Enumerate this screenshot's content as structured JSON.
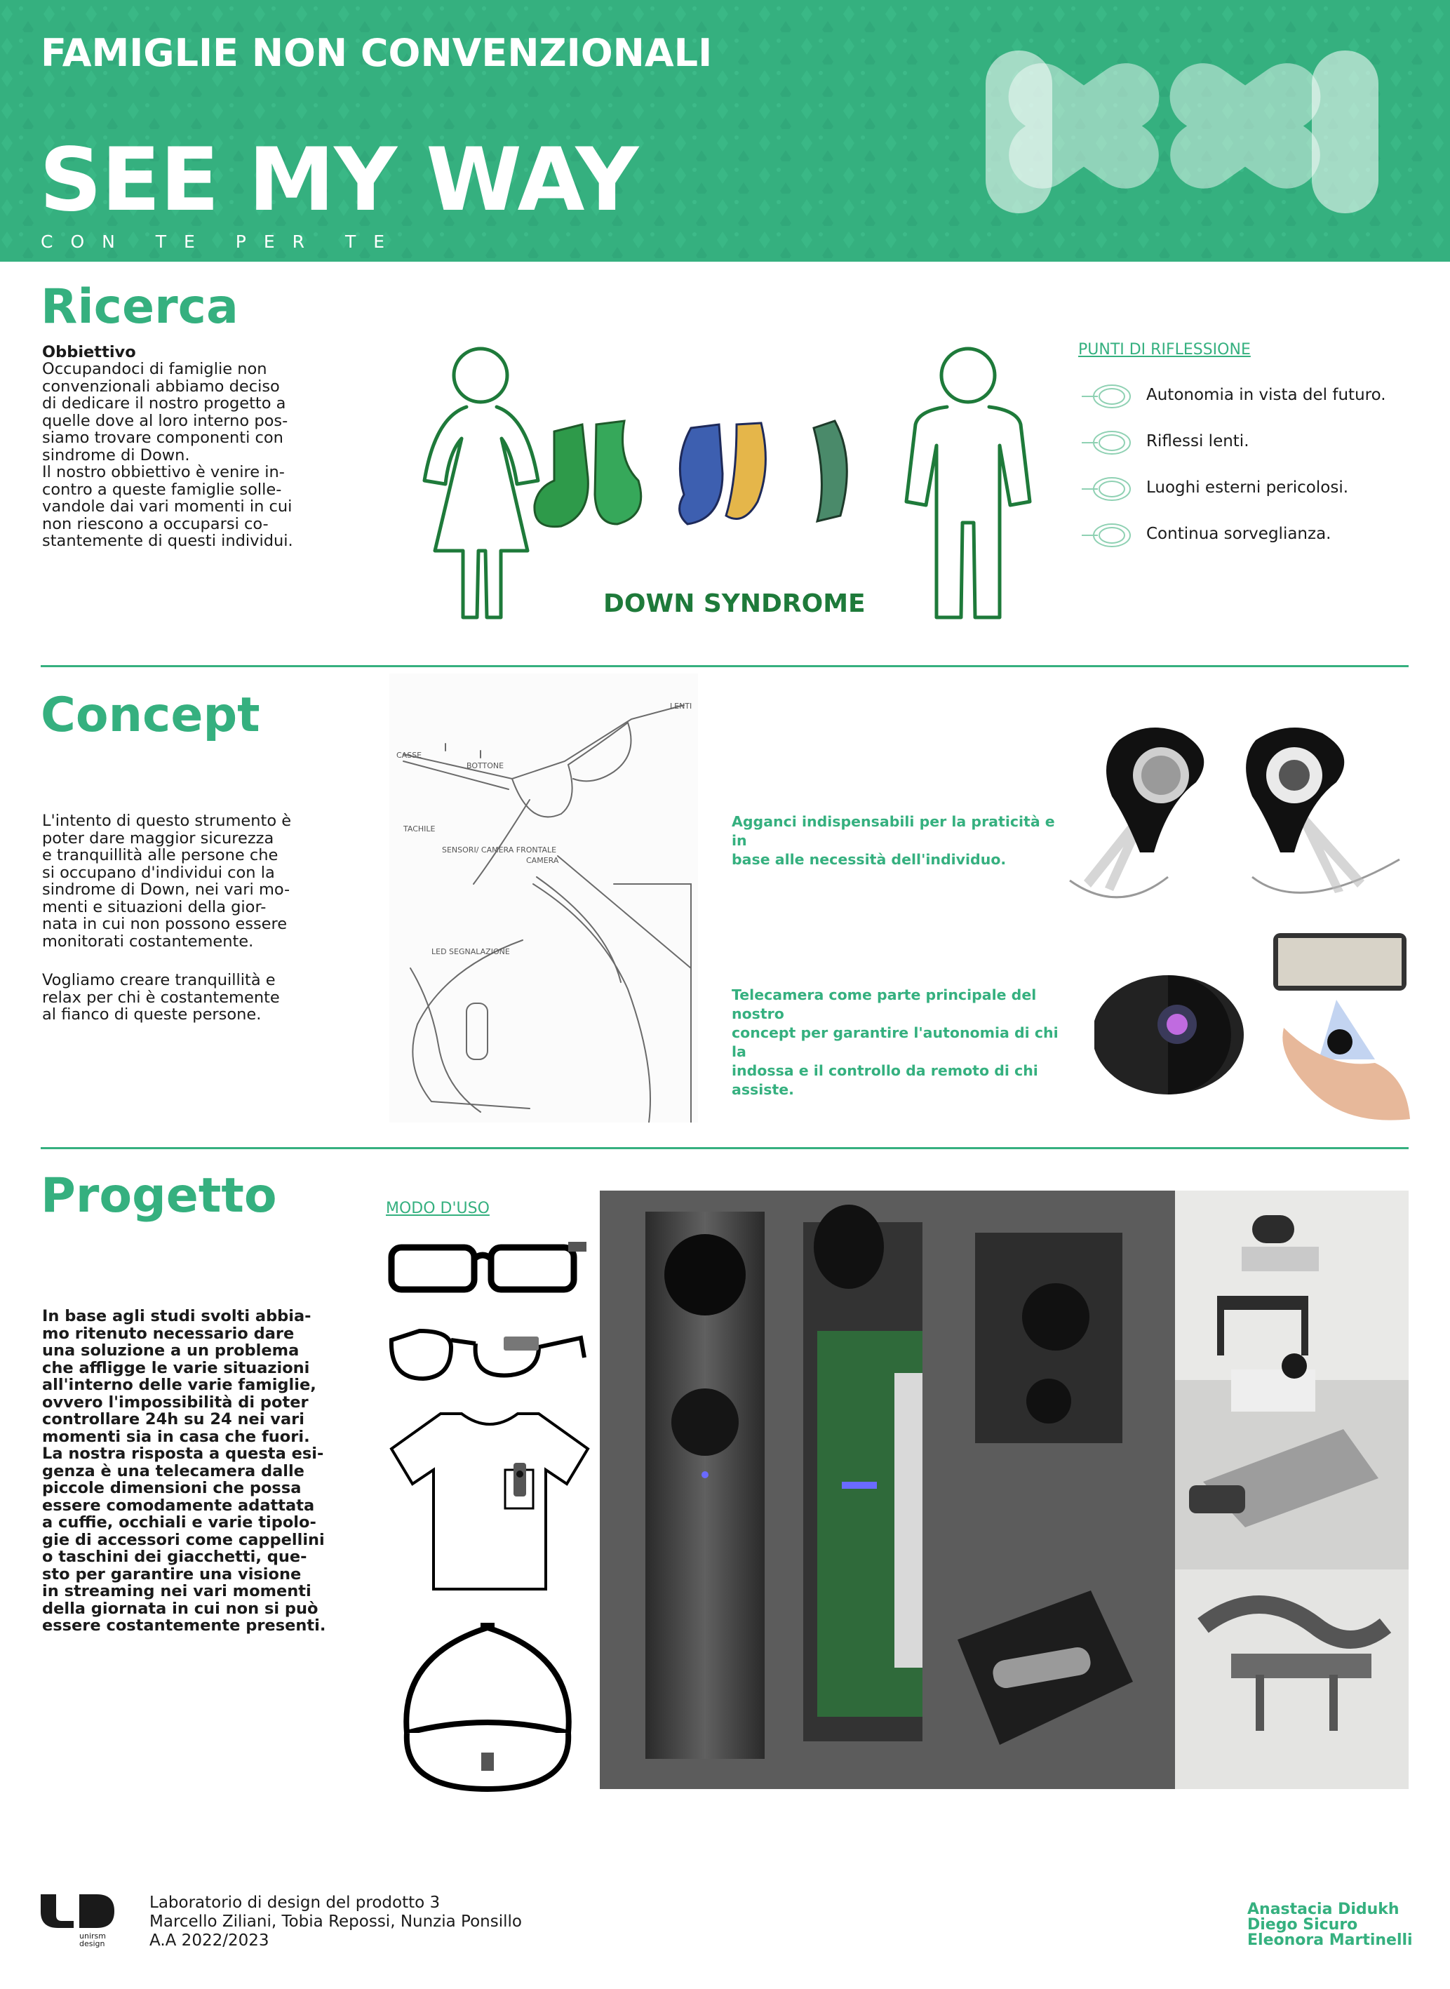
{
  "header": {
    "kicker": "FAMIGLIE NON CONVENZIONALI",
    "title": "SEE MY WAY",
    "tagline": "CON TE PER TE",
    "colors": {
      "brand_green": "#35b07f",
      "logo_shape": "#ffffff"
    }
  },
  "ricerca": {
    "title": "Ricerca",
    "objective_label": "Obbiettivo",
    "objective_text": "Occupandoci di famiglie  non\nconvenzionali abbiamo deciso\ndi dedicare il nostro progetto a\nquelle dove al loro interno pos-\nsiamo trovare componenti con\nsindrome di Down.\nIl nostro obbiettivo è venire in-\ncontro a queste famiglie solle-\nvandole dai vari momenti in cui\nnon riescono a occuparsi co-\nstantemente di questi individui.",
    "illustration_caption": "DOWN SYNDROME",
    "points_title": "PUNTI DI RIFLESSIONE",
    "points": [
      "Autonomia in vista del futuro.",
      "Riflessi lenti.",
      "Luoghi esterni pericolosi.",
      "Continua sorveglianza."
    ]
  },
  "concept": {
    "title": "Concept",
    "text_1": "L'intento di questo strumento è\npoter dare maggior sicurezza\ne tranquillità alle persone che\nsi occupano d'individui con la\nsindrome di Down, nei vari mo-\nmenti e situazioni della gior-\nnata in cui non possono essere\nmonitorati costantemente.",
    "text_2": "Vogliamo creare tranquillità e\nrelax per chi è costantemente\nal fianco di queste persone.",
    "sketch_labels": [
      "CASSE",
      "BOTTONE",
      "TACHILE",
      "SENSORI/ CAMERA FRONTALE",
      "CAMERA",
      "LED SEGNALAZIONE",
      "LENTI"
    ],
    "caption_1": "Agganci indispensabili per la praticità e in\nbase alle necessità dell'individuo.",
    "caption_2": "Telecamera come parte principale del nostro\nconcept per garantire l'autonomia di chi la\nindossa e il controllo da remoto di chi assiste."
  },
  "progetto": {
    "title": "Progetto",
    "usage_label": "MODO D'USO",
    "text": "In base agli studi svolti abbia-\nmo ritenuto necessario dare\nuna soluzione a un problema\nche affligge le varie situazioni\nall'interno delle varie famiglie,\novvero l'impossibilità di poter\ncontrollare 24h su 24 nei vari\nmomenti sia in casa che fuori.\nLa nostra risposta a questa esi-\ngenza è una telecamera dalle\npiccole dimensioni che possa\nessere comodamente adattata\na cuffie, occhiali e varie tipolo-\ngie di accessori come cappellini\no taschini dei giacchetti, que-\nsto per garantire una visione\nin streaming nei vari momenti\ndella giornata in cui non si può\nessere costantemente presenti."
  },
  "footer": {
    "school_logo_text": "unirsm\ndesign",
    "course": "Laboratorio di design del prodotto 3",
    "teachers": "Marcello Ziliani, Tobia Repossi, Nunzia Ponsillo",
    "year": "A.A 2022/2023",
    "authors": "Anastacia Didukh\nDiego Sicuro\nEleonora Martinelli"
  }
}
